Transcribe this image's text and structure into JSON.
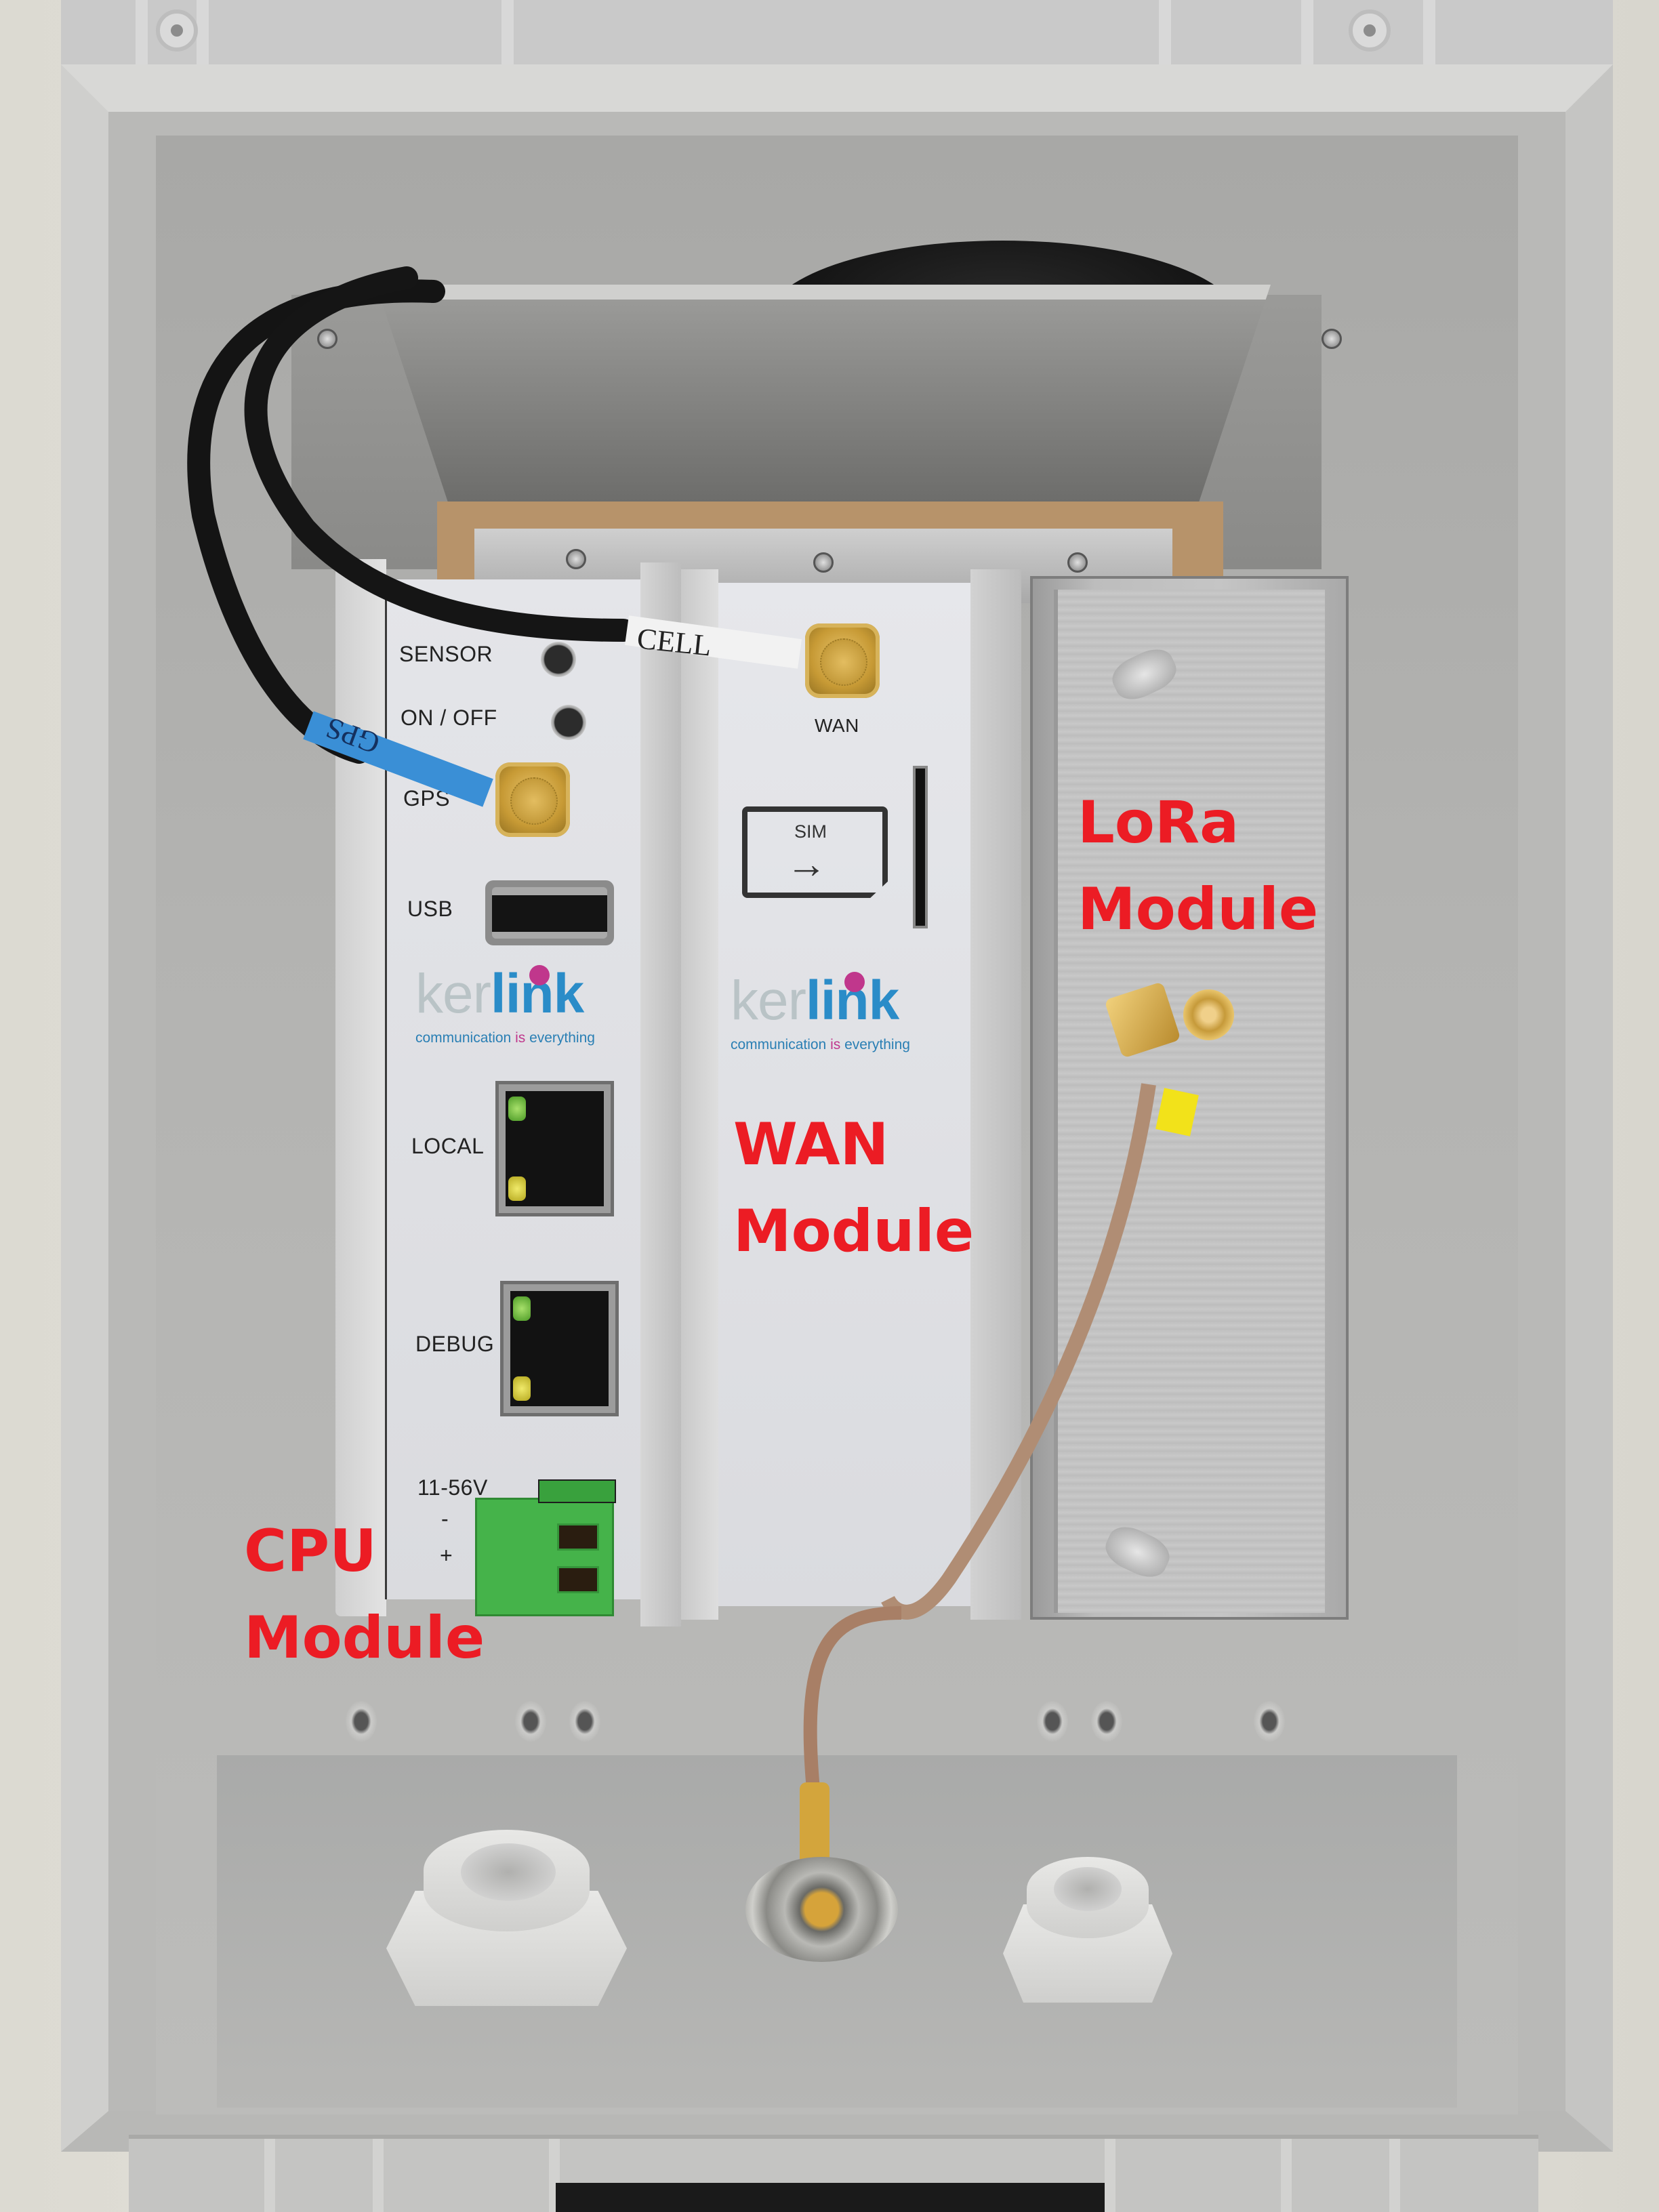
{
  "figure": {
    "subject": "Kerlink LoRa gateway modules inside outdoor enclosure",
    "annotation_color": "#ec1c24"
  },
  "annotations": [
    {
      "id": "cpu",
      "line1": "CPU",
      "line2": "Module"
    },
    {
      "id": "wan",
      "line1": "WAN",
      "line2": "Module"
    },
    {
      "id": "lora",
      "line1": "LoRa",
      "line2": "Module"
    }
  ],
  "cpu_module": {
    "labels": {
      "sensor": "SENSOR",
      "on_off": "ON / OFF",
      "gps": "GPS",
      "usb": "USB",
      "local": "LOCAL",
      "debug": "DEBUG",
      "power": "11-56V",
      "minus": "-",
      "plus": "+"
    },
    "logo": {
      "ker": "ker",
      "link": "link",
      "tagline_a": "communication ",
      "tagline_is": "is",
      "tagline_b": " everything"
    }
  },
  "wan_module": {
    "labels": {
      "wan": "WAN",
      "sim": "SIM",
      "sim_arrow": "→"
    },
    "logo": {
      "ker": "ker",
      "link": "link",
      "tagline_a": "communication ",
      "tagline_is": "is",
      "tagline_b": " everything"
    }
  },
  "cable_tags": {
    "cell": "CELL",
    "gps": "GPS"
  },
  "colors": {
    "logo_grey": "#b9c3c6",
    "logo_blue": "#2a8cc8",
    "logo_magenta": "#c0378c",
    "terminal_green": "#45b34a",
    "gps_sleeve_blue": "#3a8fd6",
    "led_green": "#6cc03a",
    "led_yellow": "#d9cf33"
  }
}
